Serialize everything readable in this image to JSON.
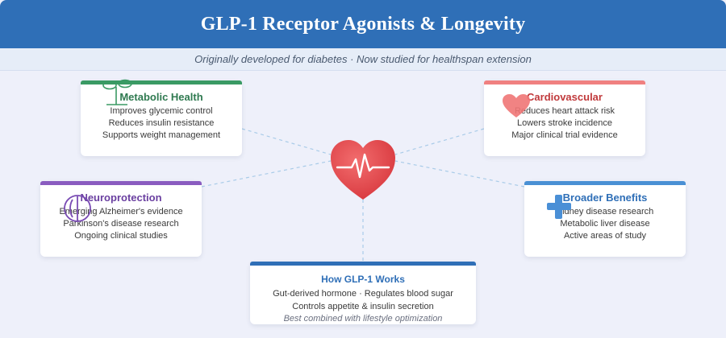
{
  "header": {
    "title": "GLP-1 Receptor Agonists & Longevity",
    "subtitle": "Originally developed for diabetes · Now studied for healthspan extension",
    "color": "#2f6fb7"
  },
  "center": {
    "icon": "heart-pulse-icon",
    "color": "#e0474c"
  },
  "cards": {
    "metabolic": {
      "title": "Metabolic Health",
      "color": "#3a9a64",
      "icon": "seedling-icon",
      "lines": [
        "Improves glycemic control",
        "Reduces insulin resistance",
        "Supports weight management"
      ]
    },
    "cardio": {
      "title": "Cardiovascular",
      "color": "#f08080",
      "title_color": "#c0393b",
      "icon": "heart-icon",
      "lines": [
        "Reduces heart attack risk",
        "Lowers stroke incidence",
        "Major clinical trial evidence"
      ]
    },
    "neuro": {
      "title": "Neuroprotection",
      "color": "#8a5cc0",
      "title_color": "#6a3fa0",
      "icon": "brain-icon",
      "lines": [
        "Emerging Alzheimer's evidence",
        "Parkinson's disease research",
        "Ongoing clinical studies"
      ]
    },
    "broader": {
      "title": "Broader Benefits",
      "color": "#4a90d4",
      "title_color": "#2f6fb7",
      "icon": "plus-cross-icon",
      "lines": [
        "Kidney disease research",
        "Metabolic liver disease",
        "Active areas of study"
      ]
    }
  },
  "works": {
    "title": "How GLP-1 Works",
    "color": "#2f6fb7",
    "line1": "Gut-derived hormone · Regulates blood sugar",
    "line2": "Controls appetite & insulin secretion",
    "note": "Best combined with lifestyle optimization"
  }
}
